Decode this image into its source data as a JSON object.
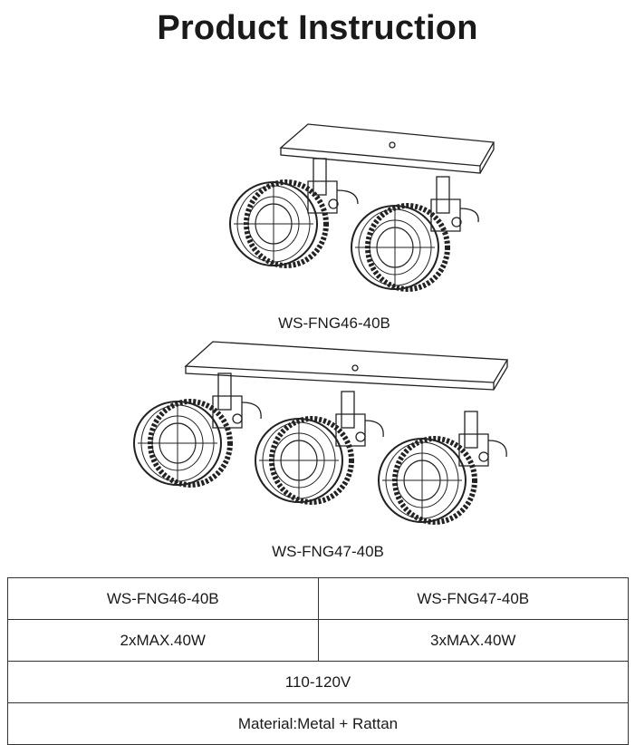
{
  "title": "Product Instruction",
  "products": [
    {
      "model": "WS-FNG46-40B",
      "spec": "2xMAX.40W"
    },
    {
      "model": "WS-FNG47-40B",
      "spec": "3xMAX.40W"
    }
  ],
  "voltage": "110-120V",
  "material": "Material:Metal + Rattan"
}
